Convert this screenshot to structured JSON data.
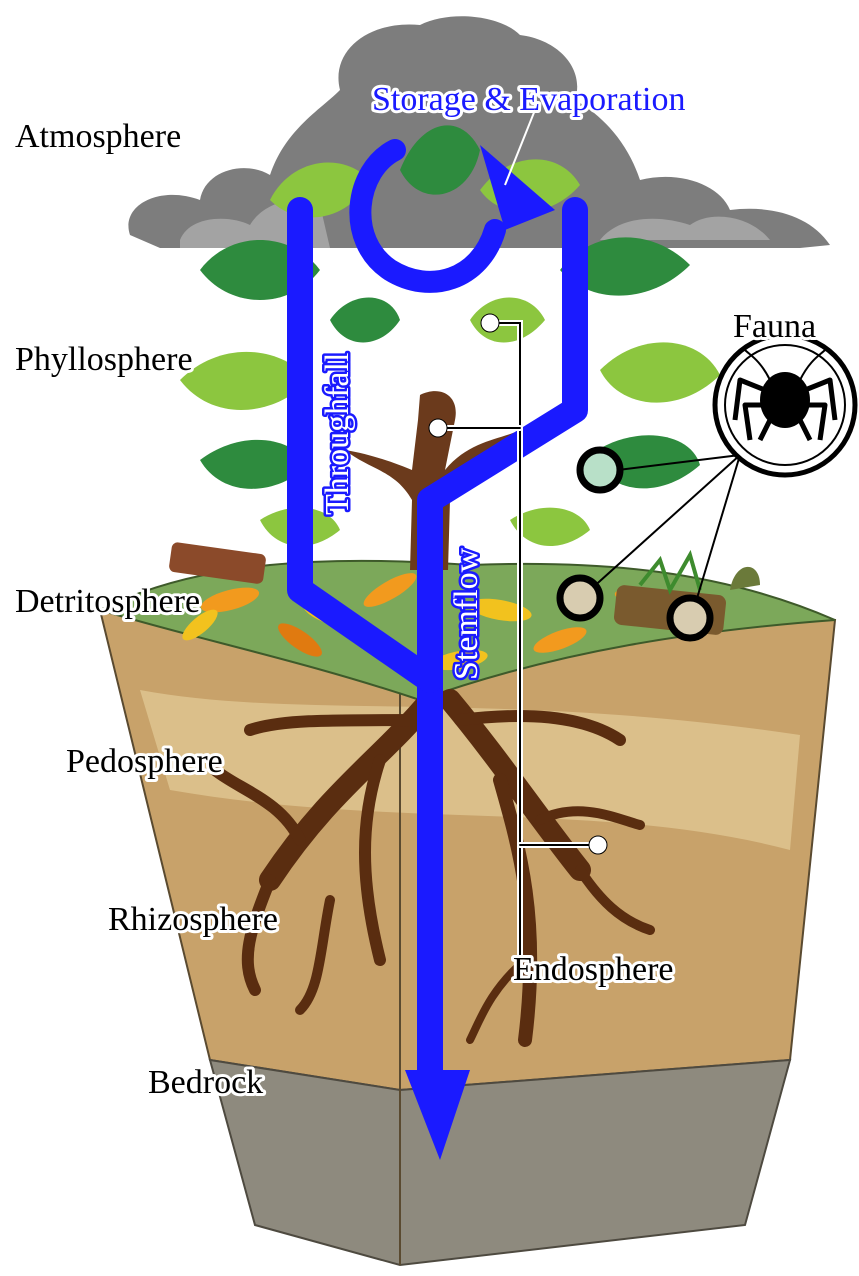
{
  "layers": {
    "atmosphere": "Atmosphere",
    "phyllosphere": "Phyllosphere",
    "detritosphere": "Detritosphere",
    "pedosphere": "Pedosphere",
    "rhizosphere": "Rhizosphere",
    "bedrock": "Bedrock"
  },
  "flows": {
    "storage_evaporation": "Storage & Evaporation",
    "throughfall": "Throughfall",
    "stemflow": "Stemflow"
  },
  "labels": {
    "fauna": "Fauna",
    "endosphere": "Endosphere"
  },
  "colors": {
    "flow_blue": "#1a1aff",
    "cloud_gray": "#8c8c8c",
    "leaf_dark": "#2e8b3e",
    "leaf_light": "#8cc63f",
    "trunk_brown": "#6b3a1c",
    "soil_tan": "#c8a26a",
    "bedrock_gray": "#8e8a7e"
  }
}
